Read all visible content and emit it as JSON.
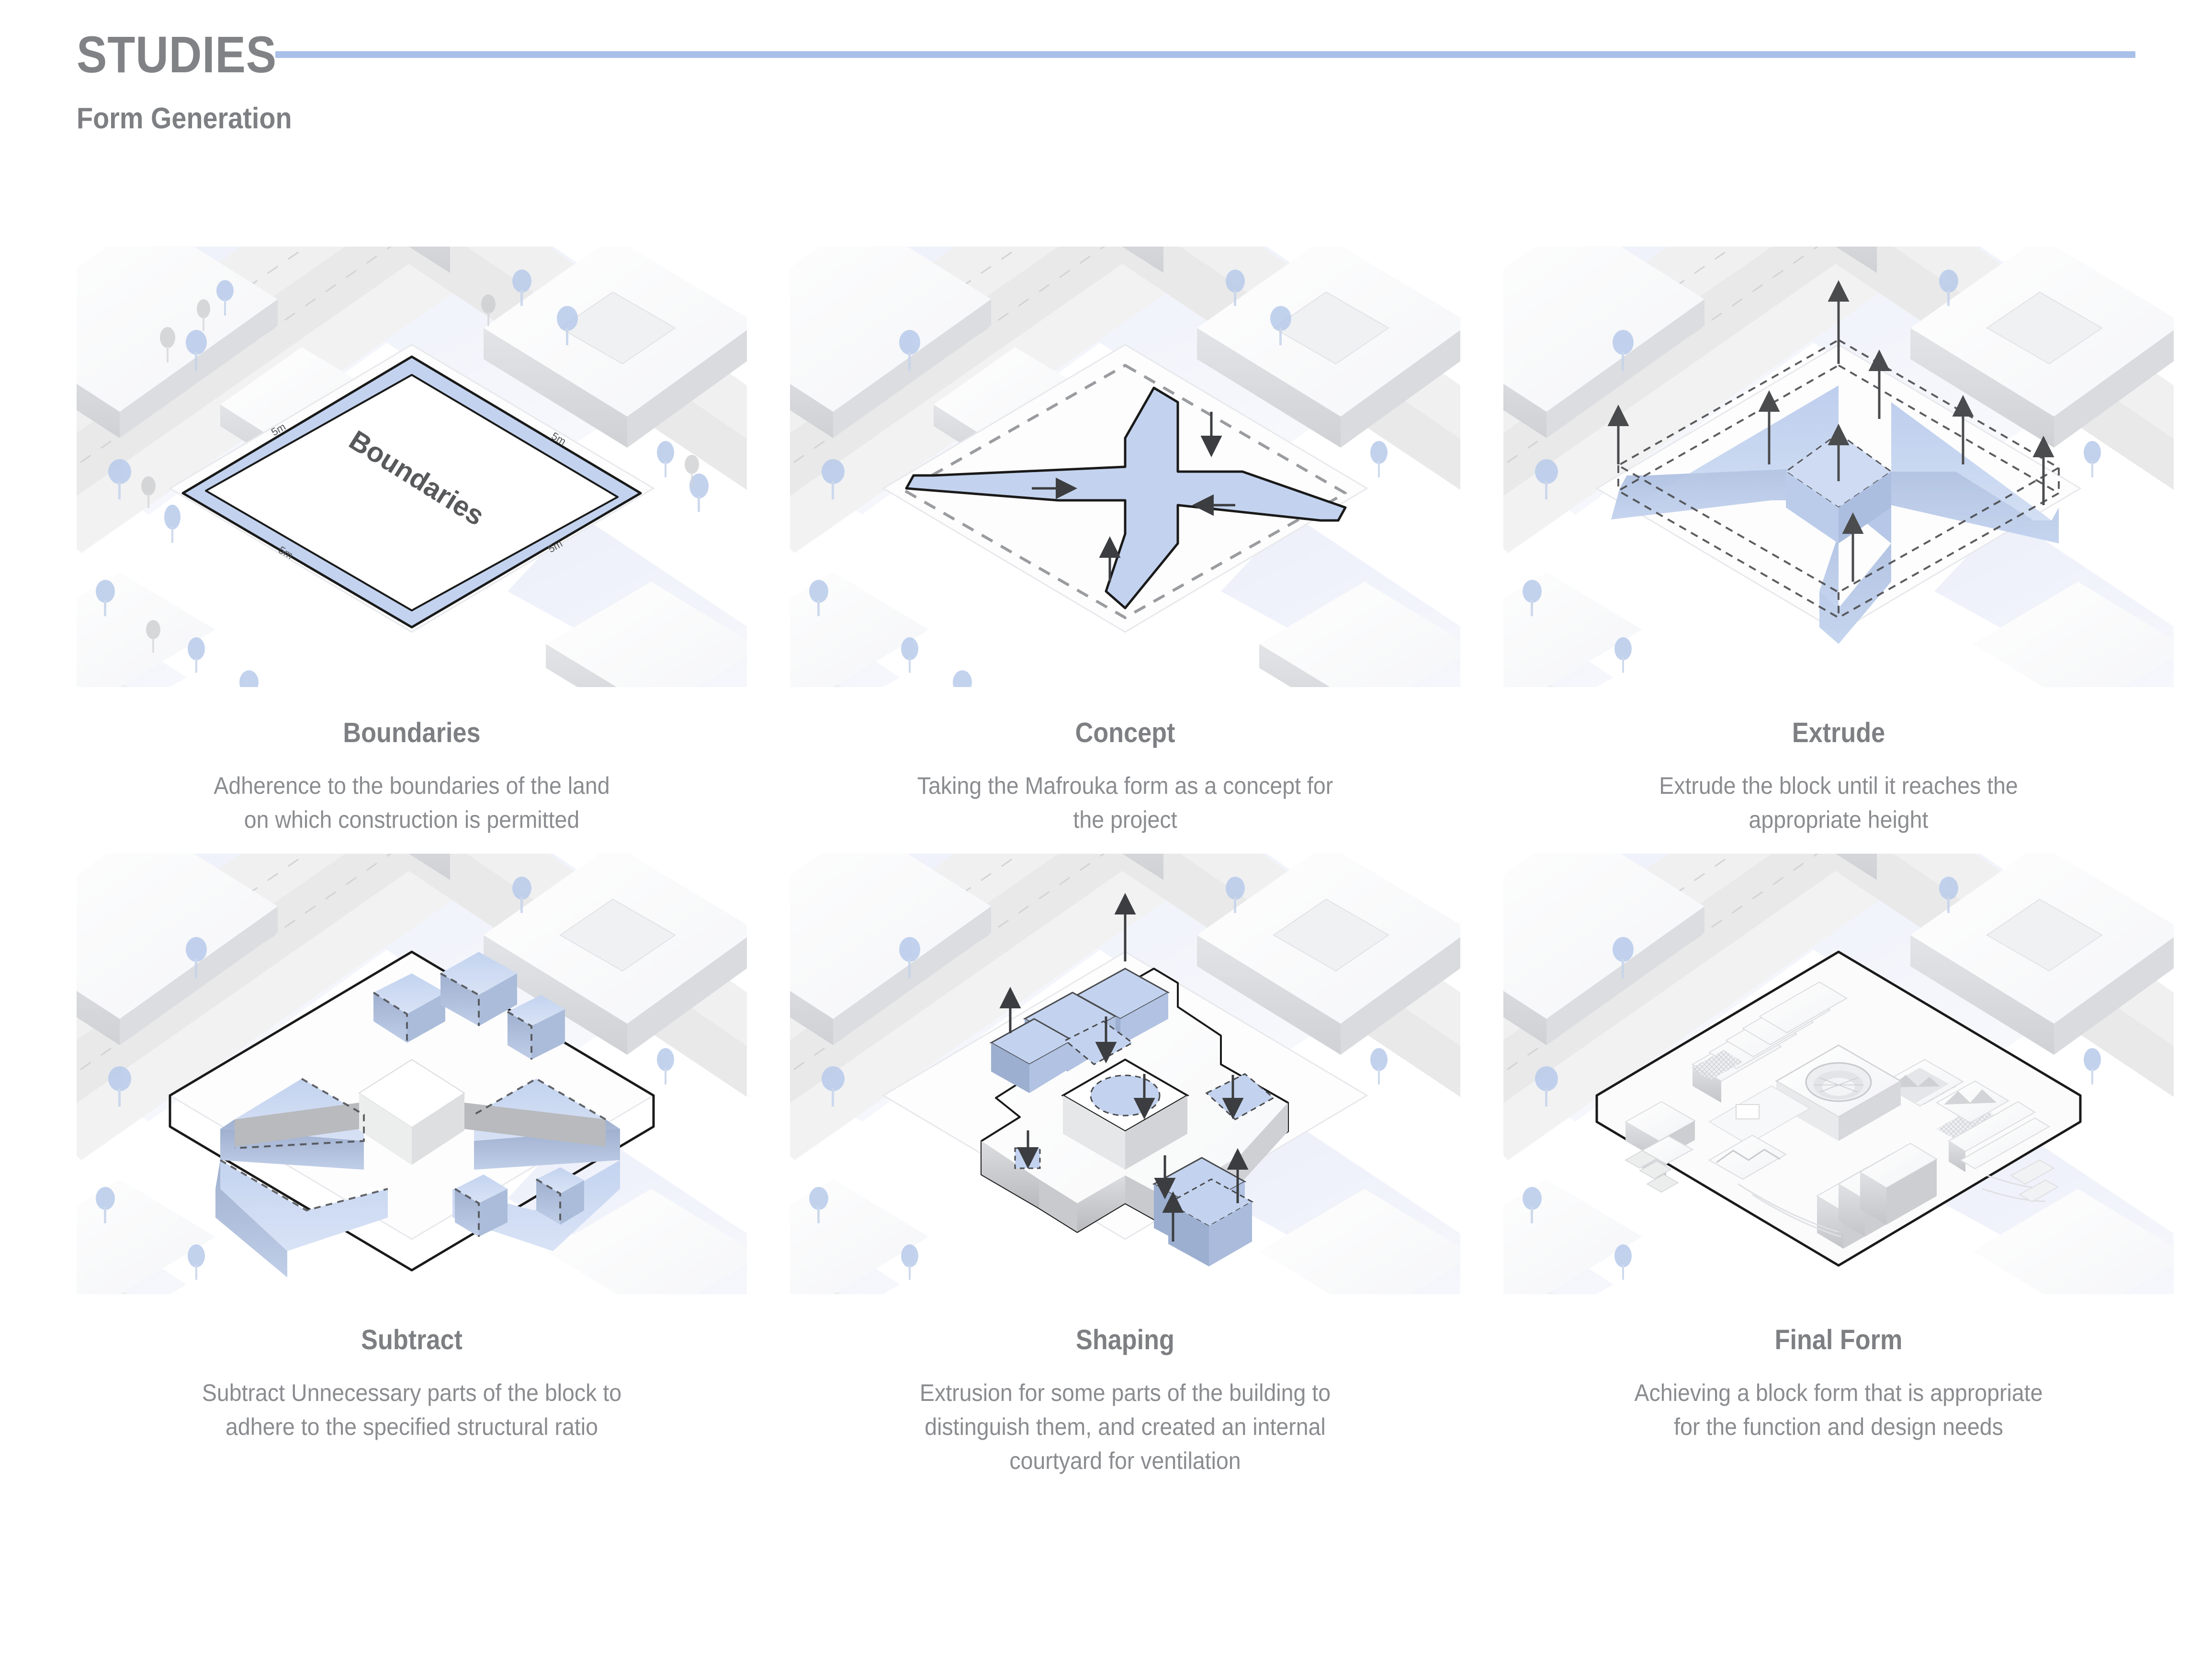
{
  "header": {
    "title": "STUDIES",
    "subtitle": "Form Generation",
    "rule_color": "#a9c0e8"
  },
  "palette": {
    "accent_blue": "#a9c0e8",
    "fill_blue": "#c3d3ef",
    "ground_tint": "#eef1fa",
    "road_grey": "#eeeeee",
    "text_grey": "#7d7f83",
    "outline_black": "#1a1a1a"
  },
  "steps": [
    {
      "id": "boundaries",
      "title": "Boundaries",
      "description": "Adherence to the boundaries of the land\non which construction is permitted",
      "diagram": {
        "type": "isometric-site-plan",
        "plot_label": "Boundaries",
        "setback_labels": [
          "5m",
          "5m",
          "5m",
          "5m"
        ],
        "setback_distance": "5m"
      }
    },
    {
      "id": "concept",
      "title": "Concept",
      "description": "Taking the Mafrouka form as a concept for\nthe project",
      "diagram": {
        "type": "isometric-pinwheel",
        "arrows": 4,
        "dashed_outline": true
      }
    },
    {
      "id": "extrude",
      "title": "Extrude",
      "description": "Extrude the block until it reaches the\nappropriate height",
      "diagram": {
        "type": "isometric-extrusion",
        "arrows": 8,
        "dashed_outline": true
      }
    },
    {
      "id": "subtract",
      "title": "Subtract",
      "description": "Subtract Unnecessary parts of the block to\nadhere to the specified structural ratio",
      "diagram": {
        "type": "isometric-subtract",
        "dashed_outline": true
      }
    },
    {
      "id": "shaping",
      "title": "Shaping",
      "description": "Extrusion for some parts of the building to\ndistinguish them, and created an internal\ncourtyard for ventilation",
      "diagram": {
        "type": "isometric-shaping",
        "arrows": 8,
        "courtyard": true
      }
    },
    {
      "id": "final-form",
      "title": "Final Form",
      "description": "Achieving a block form that is appropriate\nfor the function and design needs",
      "diagram": {
        "type": "isometric-final-massing"
      }
    }
  ]
}
